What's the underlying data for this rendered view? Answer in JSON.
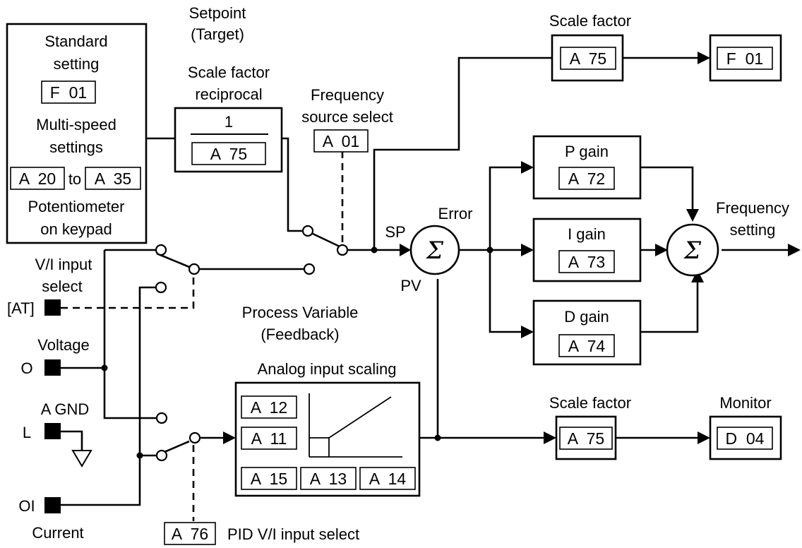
{
  "labels": {
    "setpoint_line1": "Setpoint",
    "setpoint_line2": "(Target)",
    "standard_setting_line1": "Standard",
    "standard_setting_line2": "setting",
    "multi_speed_line1": "Multi-speed",
    "multi_speed_line2": "settings",
    "to": "to",
    "pot_line1": "Potentiometer",
    "pot_line2": "on keypad",
    "scale_recip_line1": "Scale factor",
    "scale_recip_line2": "reciprocal",
    "one": "1",
    "freq_source_line1": "Frequency",
    "freq_source_line2": "source select",
    "scale_factor_top": "Scale factor",
    "p_gain": "P gain",
    "i_gain": "I gain",
    "d_gain": "D gain",
    "error": "Error",
    "sp": "SP",
    "pv": "PV",
    "freq_setting_line1": "Frequency",
    "freq_setting_line2": "setting",
    "vi_input_line1": "V/I input",
    "vi_input_line2": "select",
    "at_terminal": "[AT]",
    "process_var_line1": "Process Variable",
    "process_var_line2": "(Feedback)",
    "voltage": "Voltage",
    "o_terminal": "O",
    "analog_scaling": "Analog input scaling",
    "a_gnd": "A GND",
    "l_terminal": "L",
    "scale_factor_bottom": "Scale factor",
    "monitor": "Monitor",
    "oi_terminal": "OI",
    "current": "Current",
    "pid_vi_select": "PID V/I input select",
    "sigma": "Σ"
  },
  "codes": {
    "std_f01": "F  01",
    "a20": "A  20",
    "a35": "A  35",
    "recip_a75": "A  75",
    "a01": "A  01",
    "top_a75": "A  75",
    "top_f01": "F  01",
    "a72": "A  72",
    "a73": "A  73",
    "a74": "A  74",
    "a12": "A  12",
    "a11": "A  11",
    "a15": "A  15",
    "a13": "A  13",
    "a14": "A  14",
    "bottom_a75": "A  75",
    "d04": "D  04",
    "a76": "A  76"
  }
}
